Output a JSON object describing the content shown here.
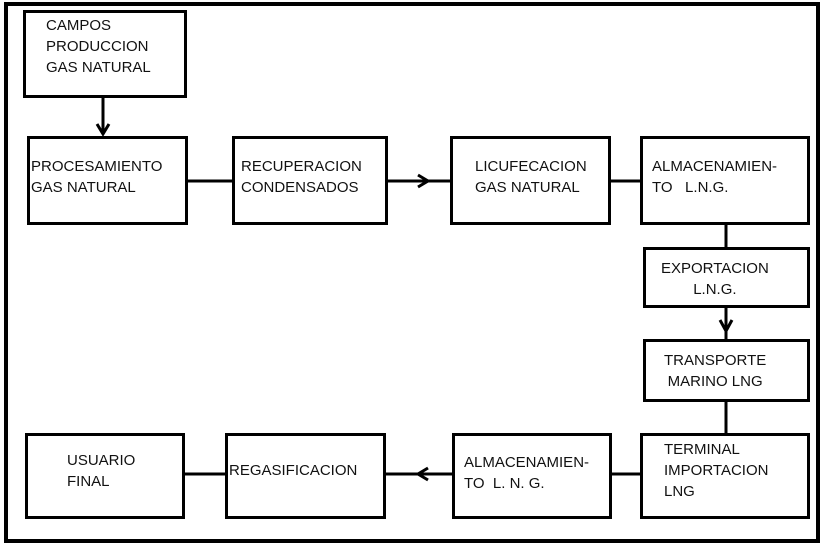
{
  "nodes": {
    "campos": "CAMPOS\nPRODUCCION\nGAS NATURAL",
    "procesamiento": "PROCESAMIENTO\nGAS NATURAL",
    "recuperacion": "RECUPERACION\nCONDENSADOS",
    "licuefaccion": "LICUFECACION\nGAS NATURAL",
    "almacenamiento_1": "ALMACENAMIEN-\nTO   L.N.G.",
    "exportacion": "EXPORTACION\nL.N.G.",
    "transporte": "TRANSPORTE\nMARINO LNG",
    "terminal": "TERMINAL\nIMPORTACION\nLNG",
    "almacenamiento_2": "ALMACENAMIEN-\nTO  L. N. G.",
    "regasificacion": "REGASIFICACION",
    "usuario": "USUARIO\nFINAL"
  }
}
